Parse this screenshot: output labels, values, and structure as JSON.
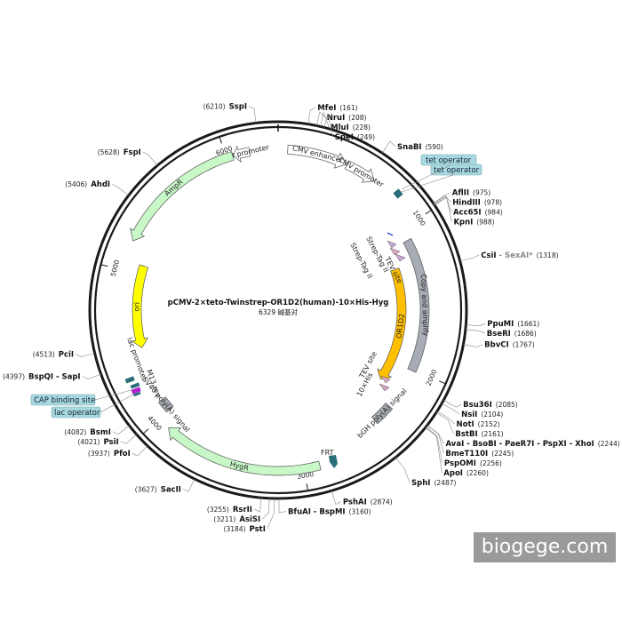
{
  "plasmid": {
    "name": "pCMV-2×teto-Twinstrep-OR1D2(human)-10×His-Hyg",
    "size_label": "6329 碱基对",
    "length": 6329
  },
  "colors": {
    "backbone": "#1a1a1a",
    "ampr": "#c8f7c8",
    "ampr_promoter": "#ffffff",
    "cmv": "#ffffff",
    "ori": "#ffff00",
    "orf": "#ffc000",
    "copy_amplify": "#a8adb5",
    "strep": "#c8a8d8",
    "tev": "#e0a8c0",
    "his": "#d4a0c0",
    "hygr": "#c8f7c8",
    "frt": "#2a6e7a",
    "tet": "#2a6e7a",
    "badge": "#a8d8e0",
    "watermark_bg": "#9a9a9a"
  },
  "ticks": [
    {
      "pos": 1000,
      "label": "1000"
    },
    {
      "pos": 2000,
      "label": "2000"
    },
    {
      "pos": 3000,
      "label": "3000"
    },
    {
      "pos": 4000,
      "label": "4000"
    },
    {
      "pos": 5000,
      "label": "5000"
    },
    {
      "pos": 6000,
      "label": "6000"
    }
  ],
  "sites": [
    {
      "name": "SspI",
      "pos_label": "(6210)",
      "pos": 6210,
      "side": "left"
    },
    {
      "name": "FspI",
      "pos_label": "(5628)",
      "pos": 5628,
      "side": "left"
    },
    {
      "name": "AhdI",
      "pos_label": "(5406)",
      "pos": 5406,
      "side": "left"
    },
    {
      "name": "PciI",
      "pos_label": "(4513)",
      "pos": 4513,
      "side": "left"
    },
    {
      "name": "BspQI - SapI",
      "pos_label": "(4397)",
      "pos": 4397,
      "side": "left"
    },
    {
      "name": "BsmI",
      "pos_label": "(4082)",
      "pos": 4082,
      "side": "left"
    },
    {
      "name": "PsiI",
      "pos_label": "(4021)",
      "pos": 4021,
      "side": "left"
    },
    {
      "name": "PfoI",
      "pos_label": "(3937)",
      "pos": 3937,
      "side": "left"
    },
    {
      "name": "SacII",
      "pos_label": "(3627)",
      "pos": 3627,
      "side": "left"
    },
    {
      "name": "RsrII",
      "pos_label": "(3255)",
      "pos": 3255,
      "side": "left"
    },
    {
      "name": "AsiSI",
      "pos_label": "(3211)",
      "pos": 3211,
      "side": "left"
    },
    {
      "name": "PstI",
      "pos_label": "(3184)",
      "pos": 3184,
      "side": "left"
    },
    {
      "name": "BfuAI - BspMI",
      "pos_label": "(3160)",
      "pos": 3160,
      "side": "right"
    },
    {
      "name": "PshAI",
      "pos_label": "(2874)",
      "pos": 2874,
      "side": "right"
    },
    {
      "name": "SphI",
      "pos_label": "(2487)",
      "pos": 2487,
      "side": "right"
    },
    {
      "name": "ApoI",
      "pos_label": "(2260)",
      "pos": 2260,
      "side": "right"
    },
    {
      "name": "PspOMI",
      "pos_label": "(2256)",
      "pos": 2256,
      "side": "right"
    },
    {
      "name": "BmeT110I",
      "pos_label": "(2245)",
      "pos": 2245,
      "side": "right"
    },
    {
      "name": "AvaI - BsoBI - PaeR7I - PspXI - XhoI",
      "pos_label": "(2244)",
      "pos": 2244,
      "side": "right"
    },
    {
      "name": "BstBI",
      "pos_label": "(2161)",
      "pos": 2161,
      "side": "right"
    },
    {
      "name": "NotI",
      "pos_label": "(2152)",
      "pos": 2152,
      "side": "right"
    },
    {
      "name": "NsiI",
      "pos_label": "(2104)",
      "pos": 2104,
      "side": "right"
    },
    {
      "name": "Bsu36I",
      "pos_label": "(2085)",
      "pos": 2085,
      "side": "right"
    },
    {
      "name": "BbvCI",
      "pos_label": "(1767)",
      "pos": 1767,
      "side": "right"
    },
    {
      "name": "BseRI",
      "pos_label": "(1686)",
      "pos": 1686,
      "side": "right"
    },
    {
      "name": "PpuMI",
      "pos_label": "(1661)",
      "pos": 1661,
      "side": "right"
    },
    {
      "name": "CsiI",
      "alt": " - SexAI*",
      "pos_label": "(1318)",
      "pos": 1318,
      "side": "right"
    },
    {
      "name": "KpnI",
      "pos_label": "(988)",
      "pos": 988,
      "side": "right"
    },
    {
      "name": "Acc65I",
      "pos_label": "(984)",
      "pos": 984,
      "side": "right"
    },
    {
      "name": "HindIII",
      "pos_label": "(978)",
      "pos": 978,
      "side": "right"
    },
    {
      "name": "AflII",
      "pos_label": "(975)",
      "pos": 975,
      "side": "right"
    },
    {
      "name": "SnaBI",
      "pos_label": "(590)",
      "pos": 590,
      "side": "right"
    },
    {
      "name": "SpeI",
      "pos_label": "(249)",
      "pos": 249,
      "side": "right"
    },
    {
      "name": "MluI",
      "pos_label": "(228)",
      "pos": 228,
      "side": "right"
    },
    {
      "name": "NruI",
      "pos_label": "(208)",
      "pos": 208,
      "side": "right"
    },
    {
      "name": "MfeI",
      "pos_label": "(161)",
      "pos": 161,
      "side": "right"
    }
  ],
  "features": [
    {
      "id": "ampr-promoter",
      "label": "AmpR promoter",
      "start": 6150,
      "end": 6045,
      "color": "ampr_promoter"
    },
    {
      "id": "ampr",
      "label": "AmpR",
      "start": 6040,
      "end": 5195,
      "color": "ampr"
    },
    {
      "id": "ori",
      "label": "ori",
      "start": 5065,
      "end": 4475,
      "color": "ori"
    },
    {
      "id": "cmv-enhancer",
      "label": "CMV enhancer",
      "start": 60,
      "end": 440,
      "color": "cmv"
    },
    {
      "id": "cmv-promoter",
      "label": "CMV promoter",
      "start": 445,
      "end": 645,
      "color": "cmv"
    },
    {
      "id": "copy-amplify",
      "label": "Copy and amplify",
      "start": 1085,
      "end": 2010,
      "color": "copy_amplify"
    },
    {
      "id": "or1d2",
      "label": "OR1D2",
      "start": 1245,
      "end": 2180,
      "color": "orf"
    },
    {
      "id": "bgh",
      "label": "bGH poly(A) signal",
      "start": 2300,
      "end": 2440,
      "color": "copy_amplify"
    },
    {
      "id": "hygr",
      "label": "HygR",
      "start": 2900,
      "end": 3920,
      "color": "hygr"
    },
    {
      "id": "sv40",
      "label": "SV40 poly(A) signal",
      "start": 4000,
      "end": 4085,
      "color": "copy_amplify"
    }
  ],
  "feature_labels": {
    "strep1": "Strep-Tag II",
    "strep2": "Strep-Tag II",
    "tev1": "TEV site",
    "tev2": "TEV site",
    "his": "10×His",
    "frt": "FRT",
    "lac_promoter": "lac promoter",
    "m13": "M13 rev"
  },
  "badges": {
    "tet1": "tet operator",
    "tet2": "tet operator",
    "cap": "CAP binding site",
    "lac": "lac operator"
  },
  "watermark": "biogege.com"
}
